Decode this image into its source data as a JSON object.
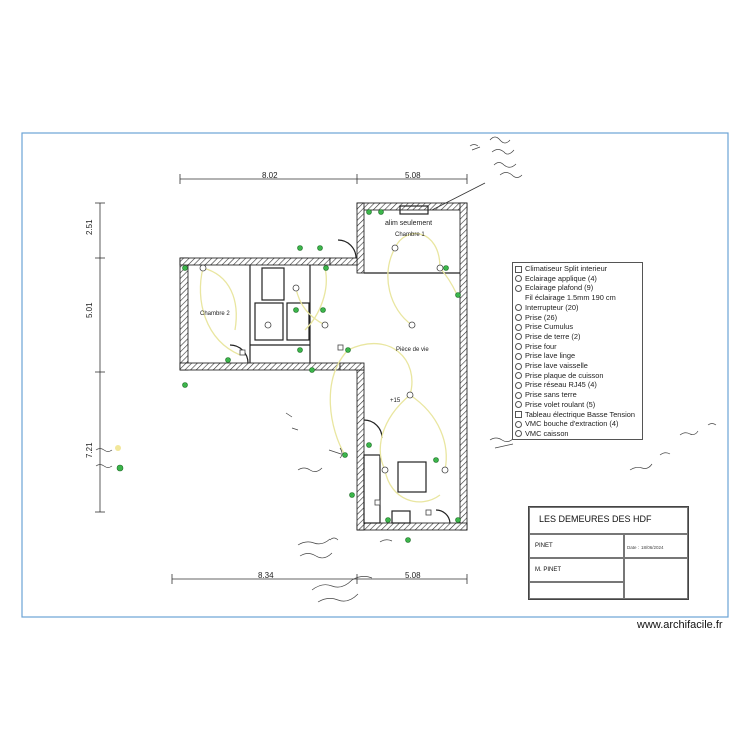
{
  "dimensions": {
    "top_left": "8.02",
    "top_right": "5.08",
    "bottom_left": "8.34",
    "bottom_right": "5.08",
    "left_upper": "2.51",
    "left_middle": "5.01",
    "left_lower": "7.21"
  },
  "rooms": {
    "chambre1": "Chambre 1",
    "chambre2": "Chambre 2",
    "piece_vie": "Pièce de vie",
    "alim_note": "alim seulement",
    "height_marker": "+15"
  },
  "legend": {
    "items": [
      {
        "label": "Climatiseur Split interieur",
        "icon": "split-ac-icon"
      },
      {
        "label": "Eclairage applique (4)",
        "icon": "wall-light-icon"
      },
      {
        "label": "Eclairage plafond (9)",
        "icon": "ceiling-light-icon"
      },
      {
        "label": "Fil éclairage 1.5mm 190 cm",
        "icon": "none"
      },
      {
        "label": "Interrupteur (20)",
        "icon": "switch-icon"
      },
      {
        "label": "Prise (26)",
        "icon": "outlet-icon"
      },
      {
        "label": "Prise Cumulus",
        "icon": "outlet-icon"
      },
      {
        "label": "Prise de terre (2)",
        "icon": "ground-outlet-icon"
      },
      {
        "label": "Prise four",
        "icon": "outlet-icon"
      },
      {
        "label": "Prise lave linge",
        "icon": "outlet-icon"
      },
      {
        "label": "Prise lave vaisselle",
        "icon": "outlet-icon"
      },
      {
        "label": "Prise plaque de cuisson",
        "icon": "outlet-icon"
      },
      {
        "label": "Prise réseau RJ45 (4)",
        "icon": "rj45-icon"
      },
      {
        "label": "Prise sans terre",
        "icon": "outlet-icon"
      },
      {
        "label": "Prise volet roulant (5)",
        "icon": "outlet-icon"
      },
      {
        "label": "Tableau électrique Basse Tension",
        "icon": "panel-icon"
      },
      {
        "label": "VMC bouche d'extraction (4)",
        "icon": "vent-icon"
      },
      {
        "label": "VMC caisson",
        "icon": "vent-icon"
      }
    ]
  },
  "title_block": {
    "project": "LES DEMEURES DES HDF",
    "client_value": "PINET",
    "name_value": "M. PINET",
    "date_label": "Date :",
    "date_value": "18/06/2024"
  },
  "watermark": "www.archifacile.fr",
  "colors": {
    "frame": "#6ba3d6",
    "wire": "#e9e6a0",
    "green_marker": "#3bb54a",
    "wall": "#111111"
  }
}
